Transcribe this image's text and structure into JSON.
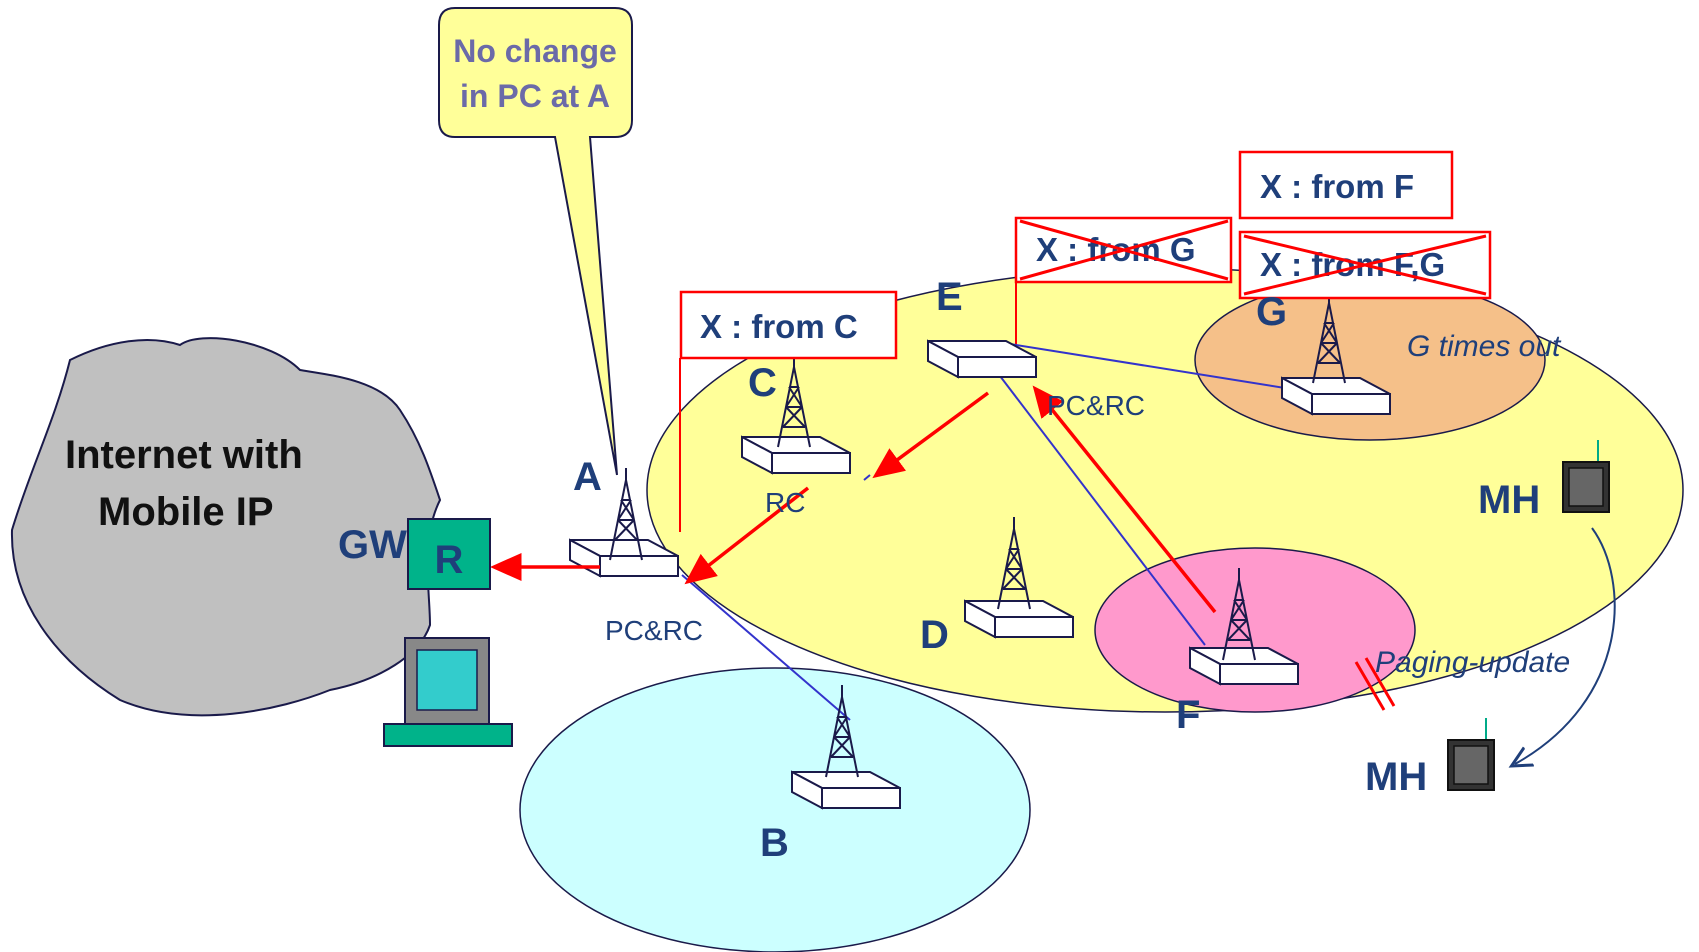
{
  "callout": {
    "line1": "No change",
    "line2": "in PC at A"
  },
  "cloud": {
    "line1": "Internet with",
    "line2": "Mobile IP"
  },
  "gateway": {
    "label": "GW",
    "router": "R"
  },
  "nodes": {
    "A": {
      "name": "A",
      "role": "PC&RC"
    },
    "B": {
      "name": "B"
    },
    "C": {
      "name": "C",
      "role": "RC"
    },
    "D": {
      "name": "D"
    },
    "E": {
      "name": "E",
      "role": "PC&RC"
    },
    "F": {
      "name": "F"
    },
    "G": {
      "name": "G"
    }
  },
  "tables": {
    "C": "X : from C",
    "E_old": "X : from G",
    "G_new": "X : from F",
    "G_old": "X : from F,G"
  },
  "notes": {
    "g_timeout": "G times out",
    "paging_update": "Paging-update"
  },
  "hosts": {
    "mh_top": "MH",
    "mh_bottom": "MH"
  },
  "colors": {
    "area_large": "#ffff99",
    "area_b": "#ccffff",
    "area_g": "#f5c089",
    "area_f": "#ff99cc",
    "cloud": "#c0c0c0",
    "router": "#00b38a",
    "callout": "#ffff99",
    "arrow": "#ff0000",
    "link": "#3333cc",
    "text": "#1f3f7a"
  }
}
